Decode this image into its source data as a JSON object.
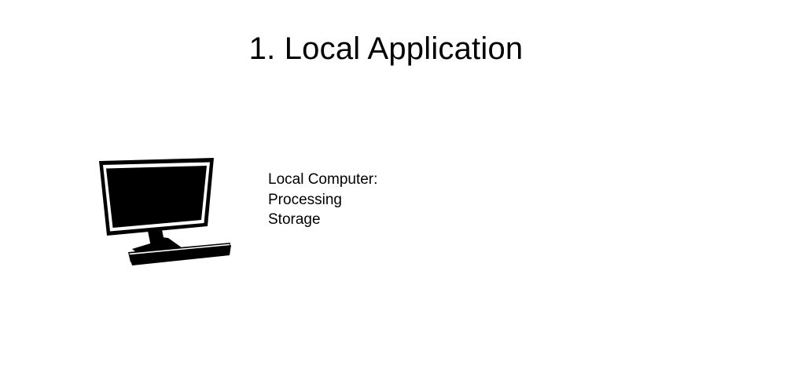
{
  "slide": {
    "title": "1. Local Application",
    "background_color": "#ffffff",
    "text_color": "#000000"
  },
  "diagram": {
    "icon": {
      "name": "desktop-computer-icon",
      "description": "Black desktop monitor with stand and keyboard drawn in perspective",
      "fill_color": "#000000",
      "detail_color": "#ffffff"
    },
    "caption": {
      "lines": [
        "Local Computer:",
        "Processing",
        "Storage"
      ],
      "line_1": "Local Computer:",
      "line_2": "Processing",
      "line_3": "Storage"
    }
  }
}
